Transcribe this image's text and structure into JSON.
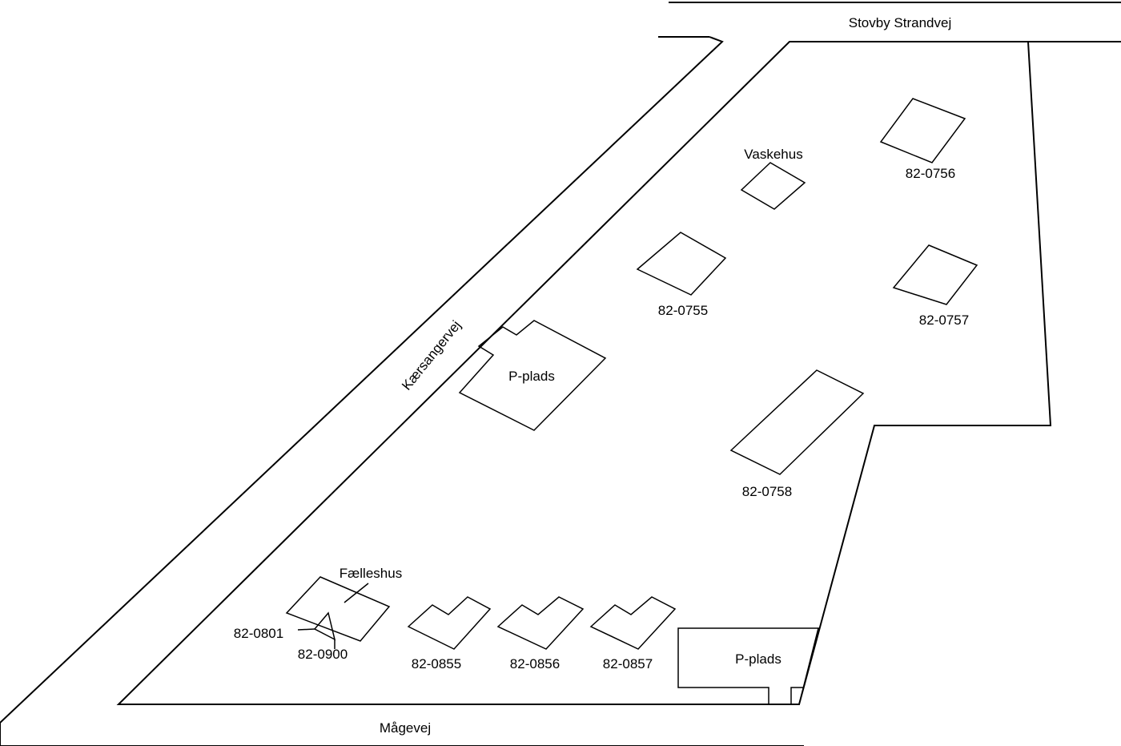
{
  "colors": {
    "background": "#ffffff",
    "stroke": "#000000"
  },
  "roads": {
    "stovby_strandvej": "Stovby Strandvej",
    "kaersangervej": "Kærsangervej",
    "maagevej": "Mågevej"
  },
  "buildings": {
    "vaskehus": "Vaskehus",
    "b0756": "82-0756",
    "b0755": "82-0755",
    "b0757": "82-0757",
    "b0758": "82-0758",
    "faelleshus": "Fælleshus",
    "b0801": "82-0801",
    "b0900": "82-0900",
    "b0855": "82-0855",
    "b0856": "82-0856",
    "b0857": "82-0857"
  },
  "parking": {
    "p1": "P-plads",
    "p2": "P-plads"
  }
}
